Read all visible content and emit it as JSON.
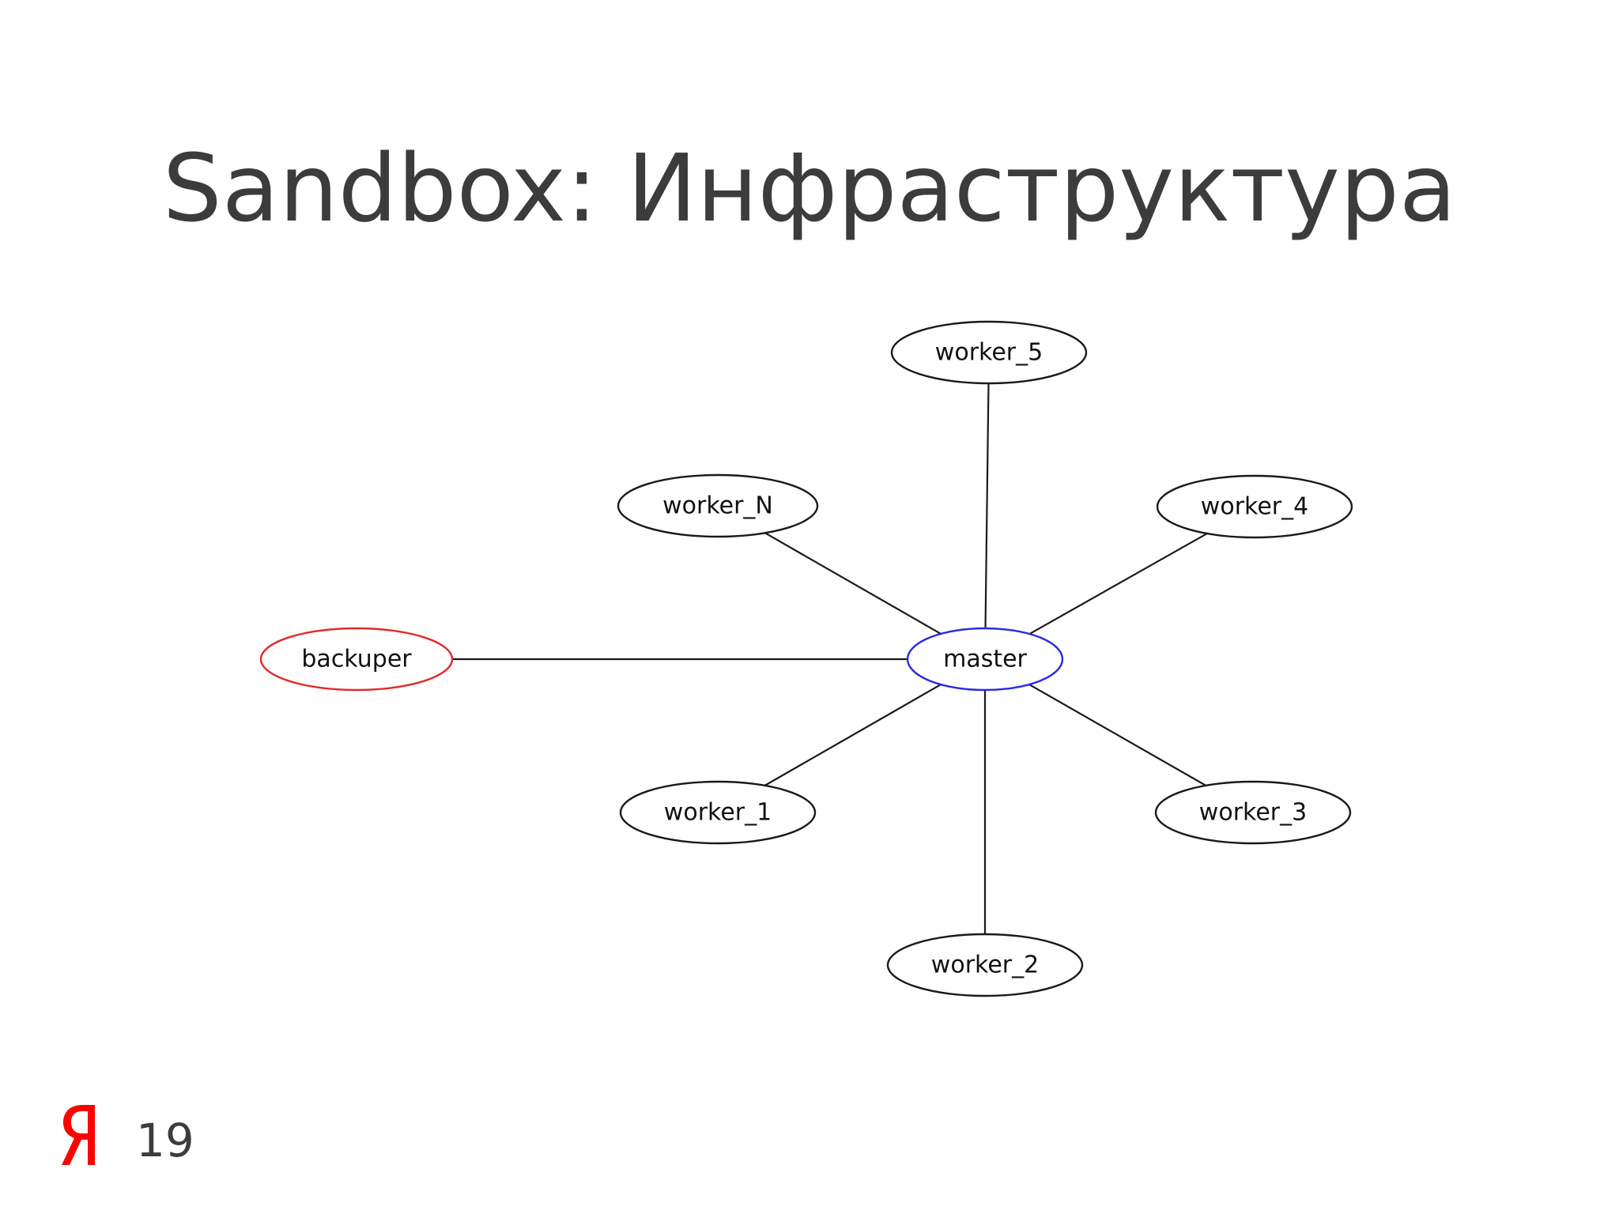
{
  "slide": {
    "title": "Sandbox: Инфраструктура",
    "page_number": "19",
    "logo_letter": "Я"
  },
  "colors": {
    "title": "#3c3c3c",
    "default_node_border": "#1a1a1a",
    "master_border": "#2a2ae0",
    "backuper_border": "#e02a2a",
    "logo": "#ff0000"
  },
  "diagram": {
    "center": "master",
    "nodes": [
      {
        "id": "master",
        "label": "master",
        "role": "center"
      },
      {
        "id": "backuper",
        "label": "backuper",
        "role": "backup"
      },
      {
        "id": "worker_5",
        "label": "worker_5",
        "role": "worker"
      },
      {
        "id": "worker_N",
        "label": "worker_N",
        "role": "worker"
      },
      {
        "id": "worker_4",
        "label": "worker_4",
        "role": "worker"
      },
      {
        "id": "worker_1",
        "label": "worker_1",
        "role": "worker"
      },
      {
        "id": "worker_3",
        "label": "worker_3",
        "role": "worker"
      },
      {
        "id": "worker_2",
        "label": "worker_2",
        "role": "worker"
      }
    ],
    "edges": [
      {
        "from": "master",
        "to": "worker_5"
      },
      {
        "from": "master",
        "to": "worker_N"
      },
      {
        "from": "master",
        "to": "worker_4"
      },
      {
        "from": "master",
        "to": "backuper"
      },
      {
        "from": "master",
        "to": "worker_1"
      },
      {
        "from": "master",
        "to": "worker_3"
      },
      {
        "from": "master",
        "to": "worker_2"
      }
    ]
  }
}
